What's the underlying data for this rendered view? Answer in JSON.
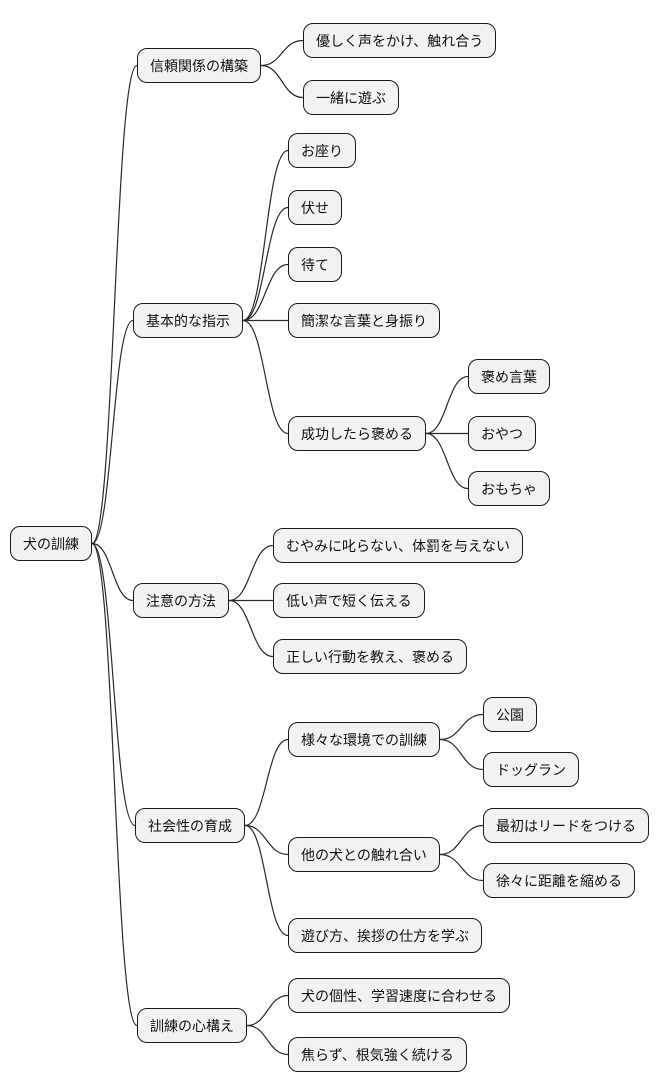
{
  "diagram_type": "mindmap",
  "colors": {
    "background": "#ffffff",
    "node_fill": "#f2f2f2",
    "node_border": "#1a1a1a",
    "edge": "#2a2a2a",
    "text": "#111111"
  },
  "root": {
    "label": "犬の訓練",
    "children": [
      {
        "label": "信頼関係の構築",
        "children": [
          {
            "label": "優しく声をかけ、触れ合う"
          },
          {
            "label": "一緒に遊ぶ"
          }
        ]
      },
      {
        "label": "基本的な指示",
        "children": [
          {
            "label": "お座り"
          },
          {
            "label": "伏せ"
          },
          {
            "label": "待て"
          },
          {
            "label": "簡潔な言葉と身振り"
          },
          {
            "label": "成功したら褒める",
            "children": [
              {
                "label": "褒め言葉"
              },
              {
                "label": "おやつ"
              },
              {
                "label": "おもちゃ"
              }
            ]
          }
        ]
      },
      {
        "label": "注意の方法",
        "children": [
          {
            "label": "むやみに叱らない、体罰を与えない"
          },
          {
            "label": "低い声で短く伝える"
          },
          {
            "label": "正しい行動を教え、褒める"
          }
        ]
      },
      {
        "label": "社会性の育成",
        "children": [
          {
            "label": "様々な環境での訓練",
            "children": [
              {
                "label": "公園"
              },
              {
                "label": "ドッグラン"
              }
            ]
          },
          {
            "label": "他の犬との触れ合い",
            "children": [
              {
                "label": "最初はリードをつける"
              },
              {
                "label": "徐々に距離を縮める"
              }
            ]
          },
          {
            "label": "遊び方、挨拶の仕方を学ぶ"
          }
        ]
      },
      {
        "label": "訓練の心構え",
        "children": [
          {
            "label": "犬の個性、学習速度に合わせる"
          },
          {
            "label": "焦らず、根気強く続ける"
          }
        ]
      }
    ]
  }
}
